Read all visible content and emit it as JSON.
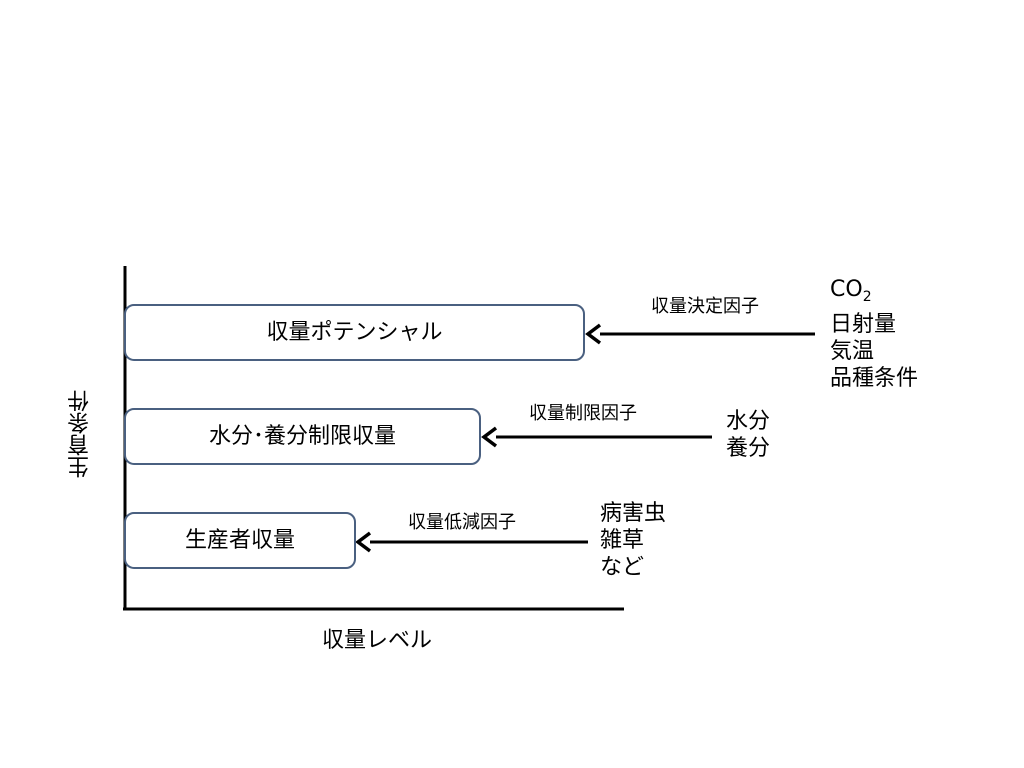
{
  "axes": {
    "y_label": "生育条件",
    "x_label": "収量レベル"
  },
  "levels": [
    {
      "box_label": "収量ポテンシャル",
      "factor_label": "収量決定因子",
      "sources": [
        {
          "text": "CO",
          "subscript": "2"
        },
        {
          "text": "日射量"
        },
        {
          "text": "気温"
        },
        {
          "text": "品種条件"
        }
      ]
    },
    {
      "box_label": "水分･養分制限収量",
      "factor_label": "収量制限因子",
      "sources": [
        {
          "text": "水分"
        },
        {
          "text": "養分"
        }
      ]
    },
    {
      "box_label": "生産者収量",
      "factor_label": "収量低減因子",
      "sources": [
        {
          "text": "病害虫"
        },
        {
          "text": "雑草"
        },
        {
          "text": "など"
        }
      ]
    }
  ],
  "colors": {
    "box_border": "#4a6080",
    "arrow": "#000000",
    "axis": "#000000"
  }
}
